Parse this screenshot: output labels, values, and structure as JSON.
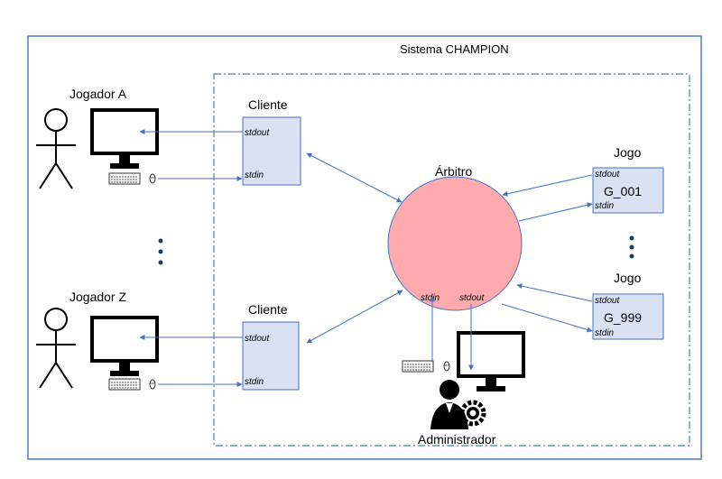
{
  "system": {
    "title": "Sistema CHAMPION"
  },
  "players": [
    {
      "label": "Jogador A"
    },
    {
      "label": "Jogador Z"
    }
  ],
  "clients": [
    {
      "label": "Cliente",
      "stdout": "stdout",
      "stdin": "stdin"
    },
    {
      "label": "Cliente",
      "stdout": "stdout",
      "stdin": "stdin"
    }
  ],
  "referee": {
    "label": "Árbitro",
    "stdin": "stdin",
    "stdout": "stdout",
    "fill": "#ffabad"
  },
  "games": [
    {
      "label": "Jogo",
      "id": "G_001",
      "stdout": "stdout",
      "stdin": "stdin"
    },
    {
      "label": "Jogo",
      "id": "G_999",
      "stdout": "stdout",
      "stdin": "stdin"
    }
  ],
  "admin": {
    "label": "Administrador"
  },
  "colors": {
    "box_fill": "#d9e1f2",
    "box_stroke": "#4472c4",
    "arrow": "#4472c4",
    "border": "#4a7ebb"
  },
  "icons": [
    "person-icon",
    "monitor-icon",
    "keyboard-icon",
    "mouse-icon",
    "ellipsis-icon",
    "admin-gear-icon"
  ]
}
